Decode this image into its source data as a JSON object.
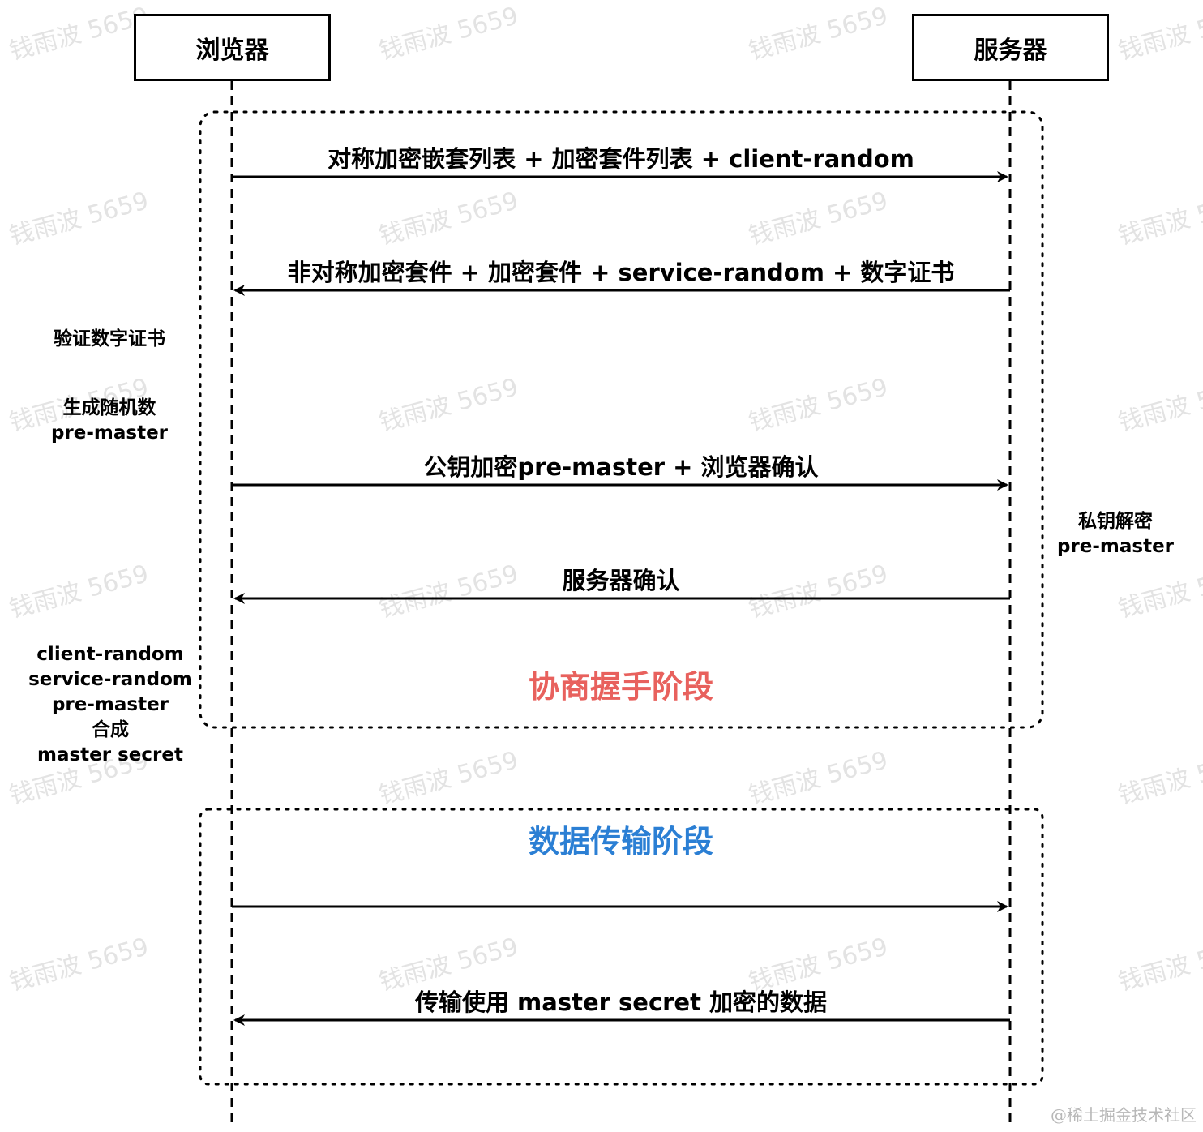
{
  "watermark_text": "钱雨波 5659",
  "credit": "@稀土掘金技术社区",
  "actors": {
    "browser": "浏览器",
    "server": "服务器"
  },
  "phases": {
    "handshake": {
      "label": "协商握手阶段",
      "color": "#e8615d"
    },
    "transfer": {
      "label": "数据传输阶段",
      "color": "#2b7fd4"
    }
  },
  "messages": [
    {
      "label": "对称加密嵌套列表 + 加密套件列表 + client-random",
      "direction": "right"
    },
    {
      "label": "非对称加密套件 + 加密套件 + service-random + 数字证书",
      "direction": "left"
    },
    {
      "label": "公钥加密pre-master + 浏览器确认",
      "direction": "right"
    },
    {
      "label": "服务器确认",
      "direction": "left"
    },
    {
      "label": "",
      "direction": "right"
    },
    {
      "label": "传输使用 master secret 加密的数据",
      "direction": "left"
    }
  ],
  "notes": {
    "verify_cert": [
      "验证数字证书"
    ],
    "gen_random": [
      "生成随机数",
      "pre-master"
    ],
    "decrypt": [
      "私钥解密",
      "pre-master"
    ],
    "combine": [
      "client-random",
      "service-random",
      "pre-master",
      "合成",
      "master secret"
    ]
  }
}
